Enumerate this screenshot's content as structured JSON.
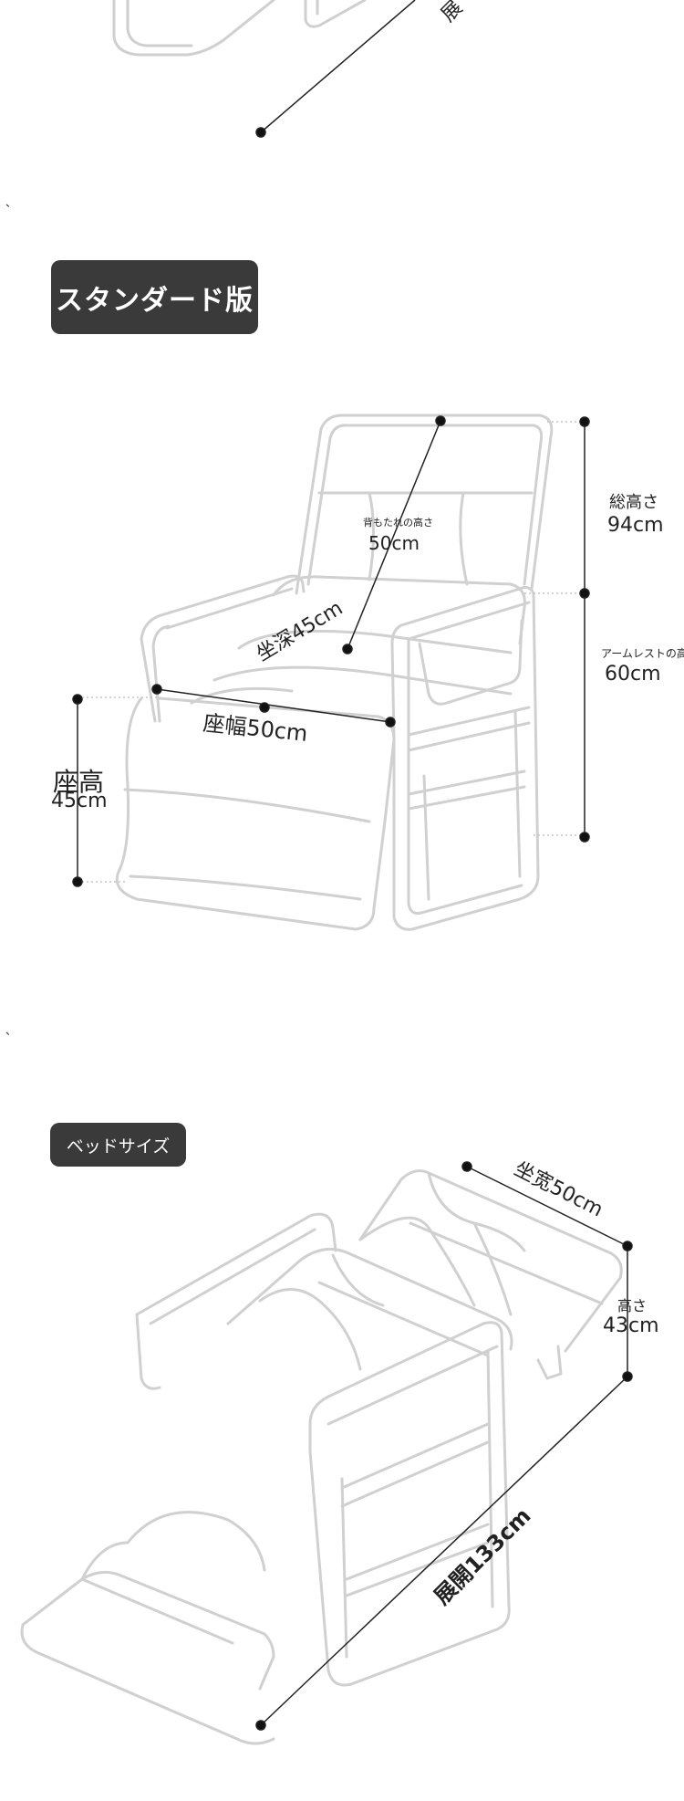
{
  "section_standard": {
    "badge": "スタンダード版",
    "labels": {
      "total_height_name": "総高さ",
      "total_height_value": "94cm",
      "backrest_height_name": "背もたれの高さ",
      "backrest_height_value": "50cm",
      "armrest_height_name": "アームレストの高",
      "armrest_height_value": "60cm",
      "seat_depth": "坐深45cm",
      "seat_width": "座幅50cm",
      "seat_height_name": "座高",
      "seat_height_value": "45cm"
    }
  },
  "section_bed": {
    "badge": "ベッドサイズ",
    "labels": {
      "seat_width": "坐宽50cm",
      "height_name": "高さ",
      "height_value": "43cm",
      "unfolded_length": "展開133cm"
    }
  },
  "top_partial_label": "展",
  "separator_mark": "、",
  "colors": {
    "badge_bg": "#3a3a3a",
    "line": "#cfcfcf",
    "dimension": "#222222"
  }
}
